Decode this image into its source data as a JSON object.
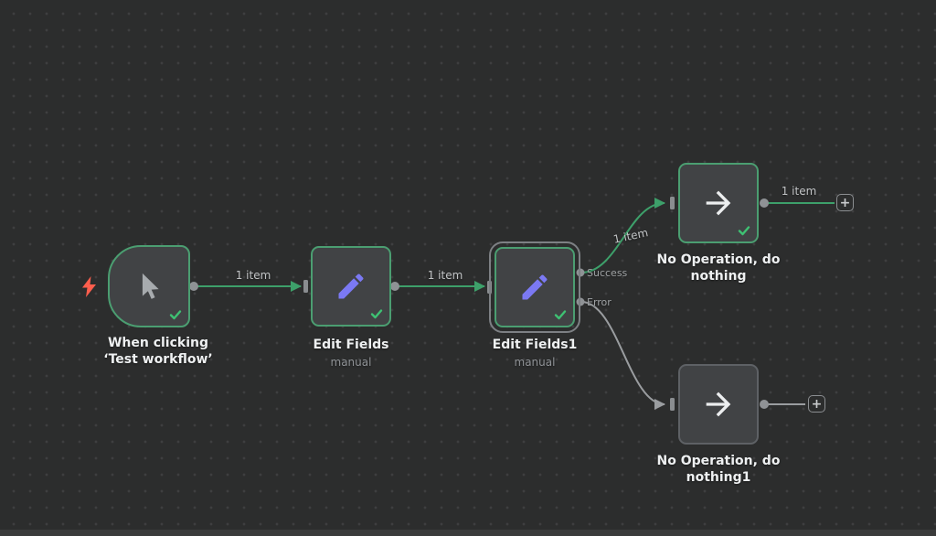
{
  "nodes": {
    "trigger": {
      "title": "When clicking ‘Test workflow’"
    },
    "edit_fields": {
      "title": "Edit Fields",
      "subtitle": "manual"
    },
    "edit_fields1": {
      "title": "Edit Fields1",
      "subtitle": "manual",
      "outputs": {
        "success": "Success",
        "error": "Error"
      }
    },
    "noop": {
      "title": "No Operation, do nothing"
    },
    "noop1": {
      "title": "No Operation, do nothing1"
    }
  },
  "connection_labels": {
    "trigger_to_edit_fields": "1 item",
    "edit_fields_to_edit_fields1": "1 item",
    "success_branch": "1 item",
    "noop_output": "1 item"
  },
  "add_buttons": {
    "top": "+",
    "bottom": "+"
  },
  "icons": {
    "trigger_node": "cursor-icon",
    "edit_fields_nodes": "pencil-icon",
    "noop_nodes": "arrow-right-icon",
    "trigger_badge": "lightning-bolt-icon",
    "executed_badge": "check-icon"
  },
  "colors": {
    "canvas_bg": "#2c2d2d",
    "grid_dot": "#3e3f40",
    "node_bg": "#414345",
    "executed_border": "#4b9e71",
    "default_border": "#5e6165",
    "selection_outline": "#7d8084",
    "connection_success": "#3da06a",
    "connection_default": "#9a9da0",
    "title_text": "#eef0f1",
    "subtitle_text": "#8f9296",
    "label_text": "#c2c4c6",
    "pencil_purple": "#7b79f3",
    "bolt_orange": "#ff5e4d",
    "check_green": "#3ec173",
    "arrow_icon_white": "#eceeef",
    "cursor_icon_gray": "#a7abae"
  }
}
